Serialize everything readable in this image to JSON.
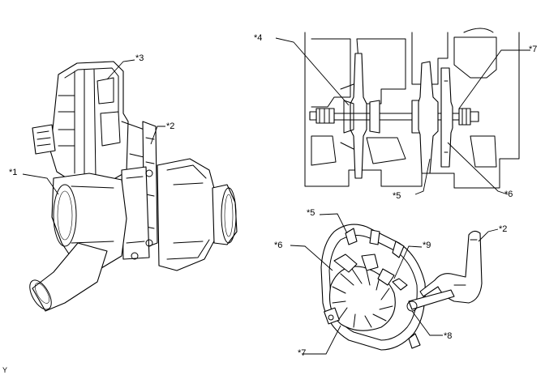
{
  "callouts": {
    "c1": "*1",
    "c2a": "*2",
    "c3": "*3",
    "c4": "*4",
    "c5a": "*5",
    "c6a": "*6",
    "c7a": "*7",
    "c5b": "*5",
    "c6b": "*6",
    "c2b": "*2",
    "c9": "*9",
    "c8": "*8",
    "c7b": "*7"
  },
  "figure_code": "Y"
}
